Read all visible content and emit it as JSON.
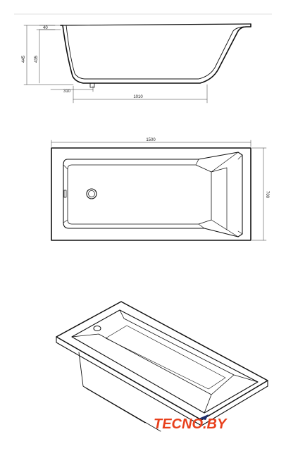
{
  "side_view": {
    "dims": {
      "rim_thickness": "40",
      "outer_height": "445",
      "inner_height": "435",
      "drain_offset": "310",
      "bottom_length": "1010"
    }
  },
  "top_view": {
    "dims": {
      "length": "1500",
      "width": "700"
    }
  },
  "brand": {
    "name": "TECNO.BY",
    "part1": "TEC",
    "part2": "NO.BY",
    "colors": {
      "main": "#e8401c",
      "accent": "#1f2e6b"
    }
  }
}
